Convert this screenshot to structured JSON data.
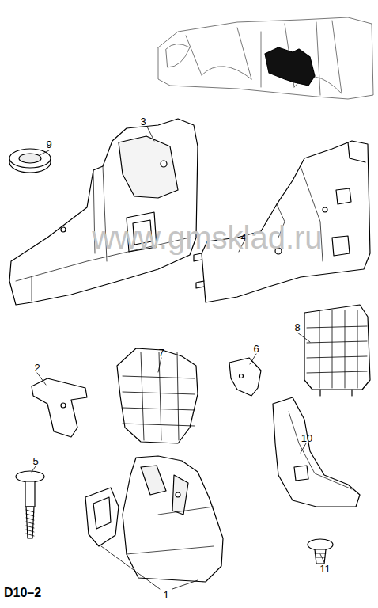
{
  "diagram": {
    "labels": [
      "3",
      "9",
      "4",
      "8",
      "7",
      "6",
      "2",
      "10",
      "5",
      "11",
      "1",
      "www.gmsklad.ru",
      "D10–2"
    ]
  }
}
